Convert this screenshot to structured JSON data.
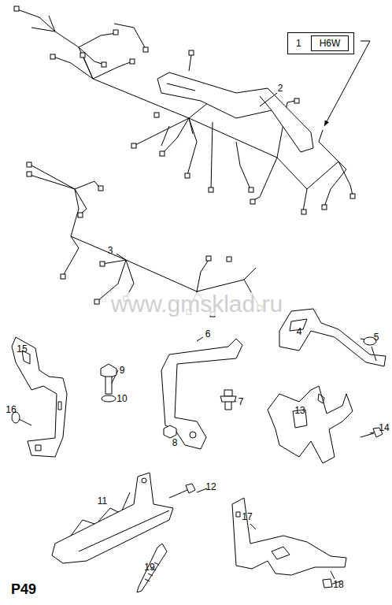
{
  "diagram": {
    "nodes": [
      {
        "text": [
          "1"
        ]
      },
      {
        "text": [
          "H6W"
        ],
        "in": 0
      }
    ],
    "labels": [
      "2",
      "3",
      "4",
      "5",
      "6",
      "7",
      "8",
      "9",
      "10",
      "11",
      "12",
      "13",
      "14",
      "15",
      "16",
      "17",
      "18",
      "19",
      "www.gmsklad.ru",
      "P49"
    ]
  }
}
